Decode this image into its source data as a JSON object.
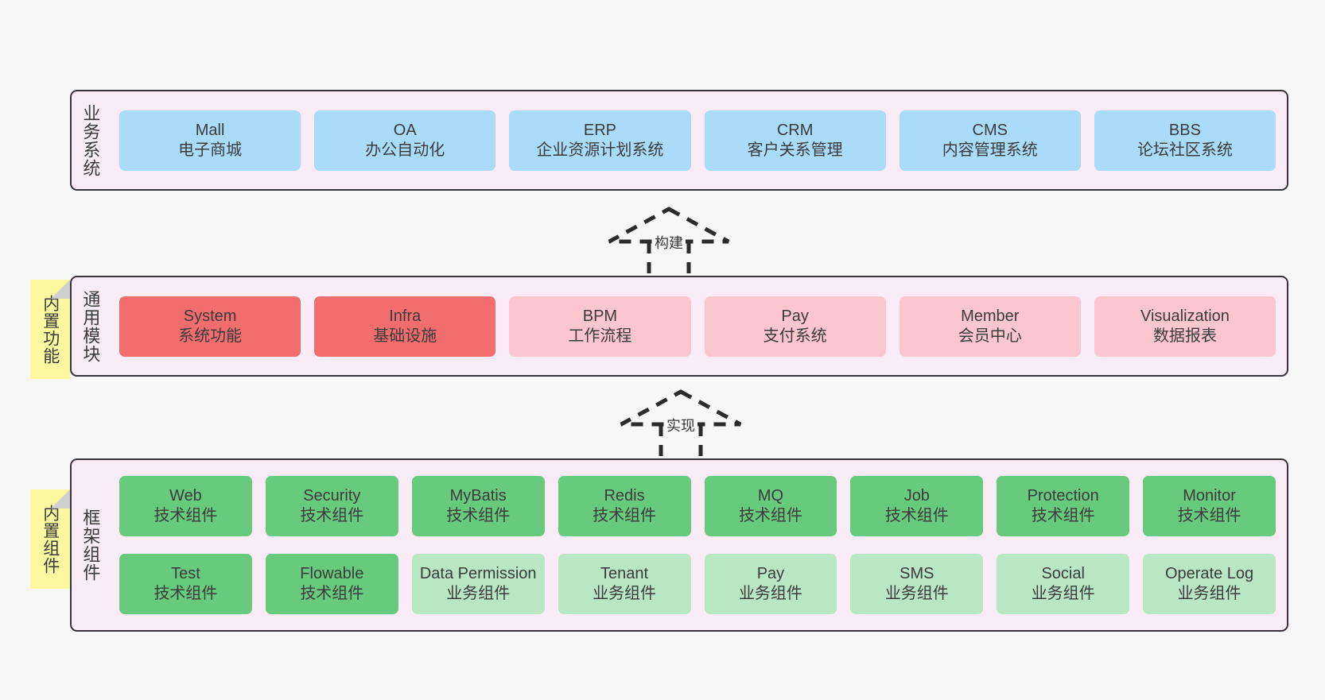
{
  "layers": [
    {
      "id": "business",
      "title": "业务系统",
      "rows": [
        [
          {
            "en": "Mall",
            "cn": "电子商城",
            "color": "blue"
          },
          {
            "en": "OA",
            "cn": "办公自动化",
            "color": "blue"
          },
          {
            "en": "ERP",
            "cn": "企业资源计划系统",
            "color": "blue"
          },
          {
            "en": "CRM",
            "cn": "客户关系管理",
            "color": "blue"
          },
          {
            "en": "CMS",
            "cn": "内容管理系统",
            "color": "blue"
          },
          {
            "en": "BBS",
            "cn": "论坛社区系统",
            "color": "blue"
          }
        ]
      ]
    },
    {
      "id": "common",
      "title": "通用模块",
      "rows": [
        [
          {
            "en": "System",
            "cn": "系统功能",
            "color": "red"
          },
          {
            "en": "Infra",
            "cn": "基础设施",
            "color": "red"
          },
          {
            "en": "BPM",
            "cn": "工作流程",
            "color": "pink"
          },
          {
            "en": "Pay",
            "cn": "支付系统",
            "color": "pink"
          },
          {
            "en": "Member",
            "cn": "会员中心",
            "color": "pink"
          },
          {
            "en": "Visualization",
            "cn": "数据报表",
            "color": "pink"
          }
        ]
      ]
    },
    {
      "id": "frame",
      "title": "框架组件",
      "rows": [
        [
          {
            "en": "Web",
            "cn": "技术组件",
            "color": "green"
          },
          {
            "en": "Security",
            "cn": "技术组件",
            "color": "green"
          },
          {
            "en": "MyBatis",
            "cn": "技术组件",
            "color": "green"
          },
          {
            "en": "Redis",
            "cn": "技术组件",
            "color": "green"
          },
          {
            "en": "MQ",
            "cn": "技术组件",
            "color": "green"
          },
          {
            "en": "Job",
            "cn": "技术组件",
            "color": "green"
          },
          {
            "en": "Protection",
            "cn": "技术组件",
            "color": "green"
          },
          {
            "en": "Monitor",
            "cn": "技术组件",
            "color": "green"
          }
        ],
        [
          {
            "en": "Test",
            "cn": "技术组件",
            "color": "green"
          },
          {
            "en": "Flowable",
            "cn": "技术组件",
            "color": "green"
          },
          {
            "en": "Data Permission",
            "cn": "业务组件",
            "color": "lgreen",
            "wrap": true
          },
          {
            "en": "Tenant",
            "cn": "业务组件",
            "color": "lgreen"
          },
          {
            "en": "Pay",
            "cn": "业务组件",
            "color": "lgreen"
          },
          {
            "en": "SMS",
            "cn": "业务组件",
            "color": "lgreen"
          },
          {
            "en": "Social",
            "cn": "业务组件",
            "color": "lgreen"
          },
          {
            "en": "Operate Log",
            "cn": "业务组件",
            "color": "lgreen"
          }
        ]
      ]
    }
  ],
  "notes": [
    {
      "id": "functions",
      "label": "内置功能"
    },
    {
      "id": "components",
      "label": "内置组件"
    }
  ],
  "connectors": [
    {
      "id": "build",
      "label": "构建"
    },
    {
      "id": "implement",
      "label": "实现"
    }
  ],
  "colors": {
    "canvas": "#f7f7f7",
    "layer_fill": "#f9ecf6",
    "layer_border": "#36343a",
    "blue": "#aadcfa",
    "red": "#f26d6d",
    "pink": "#fbc6cd",
    "green": "#68ca7c",
    "light_green": "#b9e7c3",
    "note_fill": "#fbf8a0",
    "note_fold": "#cfcfcf",
    "text": "#3b3b3b"
  }
}
